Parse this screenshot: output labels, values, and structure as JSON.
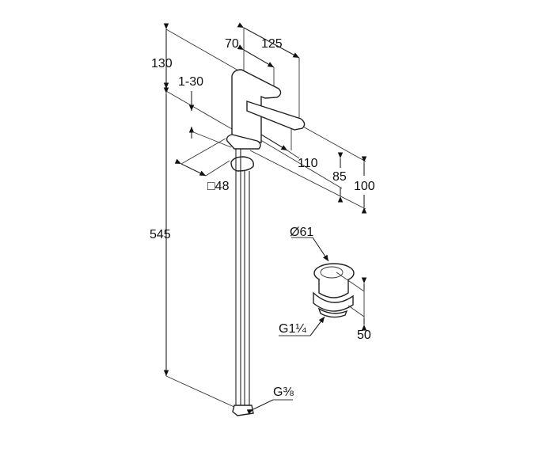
{
  "title": "Basin mixer dimension drawing",
  "dimensions": {
    "top_height": "130",
    "total_height": "545",
    "plate_thickness": "1-30",
    "base_square": "□48",
    "handle_depth": "70",
    "spout_reach_top": "125",
    "spout_reach": "110",
    "spout_height": "85",
    "body_height": "100",
    "drain_diameter": "Ø61",
    "drain_thread": "G1¼",
    "drain_height": "50",
    "supply_thread": "G⅜"
  }
}
